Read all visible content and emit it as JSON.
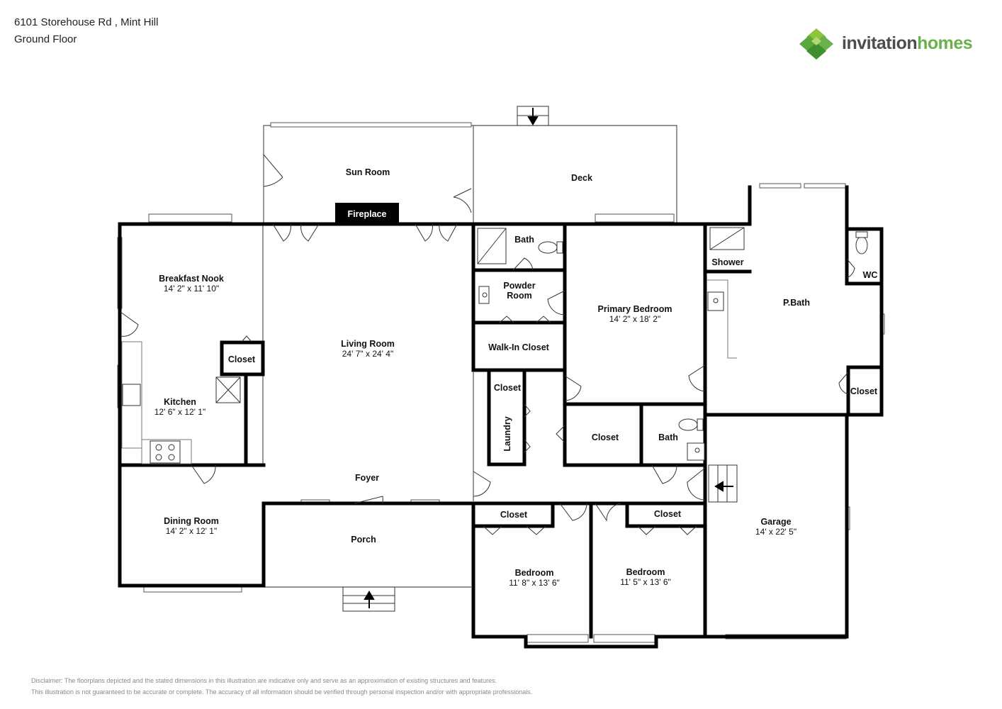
{
  "header": {
    "address": "6101 Storehouse Rd , Mint Hill",
    "floor": "Ground Floor"
  },
  "logo": {
    "word1": "invitation",
    "word2": "homes",
    "colors": {
      "green": "#6ab04c",
      "gray": "#4d4d4d"
    }
  },
  "rooms": {
    "sun_room": {
      "name": "Sun Room"
    },
    "deck": {
      "name": "Deck"
    },
    "fireplace": {
      "name": "Fireplace"
    },
    "breakfast_nook": {
      "name": "Breakfast Nook",
      "dim": "14' 2\" x 11' 10\""
    },
    "closet_nook": {
      "name": "Closet"
    },
    "kitchen": {
      "name": "Kitchen",
      "dim": "12' 6\" x 12' 1\""
    },
    "living_room": {
      "name": "Living Room",
      "dim": "24' 7\" x 24' 4\""
    },
    "bath_1": {
      "name": "Bath"
    },
    "powder_room": {
      "name": "Powder Room",
      "line1": "Powder",
      "line2": "Room"
    },
    "walk_in_closet": {
      "name": "Walk-In Closet"
    },
    "primary_bedroom": {
      "name": "Primary Bedroom",
      "dim": "14' 2\" x 18' 2\""
    },
    "shower": {
      "name": "Shower"
    },
    "p_bath": {
      "name": "P.Bath"
    },
    "wc": {
      "name": "WC"
    },
    "closet_pbath": {
      "name": "Closet"
    },
    "closet_hall": {
      "name": "Closet"
    },
    "laundry": {
      "name": "Laundry"
    },
    "closet_center": {
      "name": "Closet"
    },
    "bath_2": {
      "name": "Bath"
    },
    "foyer": {
      "name": "Foyer"
    },
    "dining_room": {
      "name": "Dining Room",
      "dim": "14' 2\" x 12' 1\""
    },
    "porch": {
      "name": "Porch"
    },
    "closet_bed1": {
      "name": "Closet"
    },
    "closet_bed2": {
      "name": "Closet"
    },
    "bedroom_1": {
      "name": "Bedroom",
      "dim": "11' 8\" x 13' 6\""
    },
    "bedroom_2": {
      "name": "Bedroom",
      "dim": "11' 5\" x 13' 6\""
    },
    "garage": {
      "name": "Garage",
      "dim": "14' x 22' 5\""
    }
  },
  "disclaimer": {
    "line1": "Disclaimer: The floorplans depicted and the stated dimensions in this illustration are indicative only and serve as an approximation of existing structures and features.",
    "line2": "This illustration is not guaranteed to be accurate or complete. The accuracy of all information should be verified through personal inspection and/or with appropriate professionals."
  }
}
